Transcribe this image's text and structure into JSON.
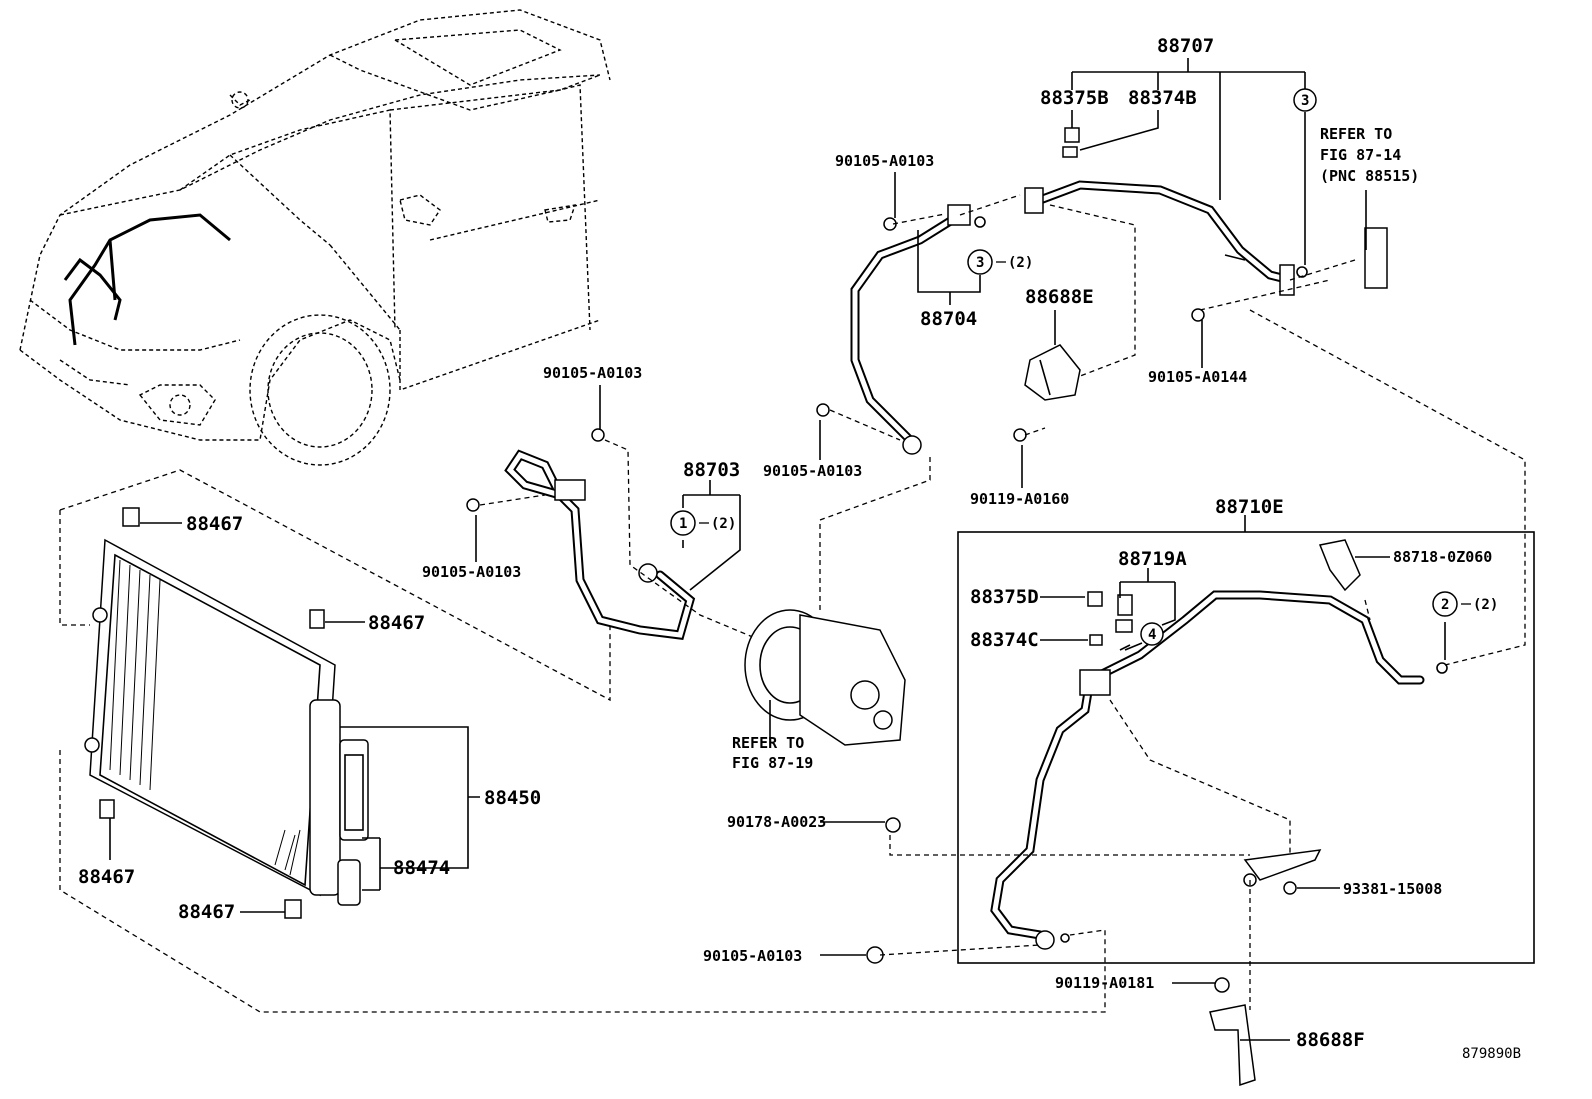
{
  "parts": {
    "p88707": "88707",
    "p88375B": "88375B",
    "p88374B": "88374B",
    "p90105_A0103_top": "90105-A0103",
    "p88704": "88704",
    "p88688E": "88688E",
    "p90105_A0144": "90105-A0144",
    "p90105_A0103_mid": "90105-A0103",
    "p90105_A0103_hose": "90105-A0103",
    "p90105_A0103_left": "90105-A0103",
    "p88703": "88703",
    "p90119_A0160": "90119-A0160",
    "p88710E": "88710E",
    "p88719A": "88719A",
    "p88375D": "88375D",
    "p88374C": "88374C",
    "p88718_0Z060": "88718-0Z060",
    "p88467_a": "88467",
    "p88467_b": "88467",
    "p88467_c": "88467",
    "p88467_d": "88467",
    "p88450": "88450",
    "p88474": "88474",
    "p90178_A0023": "90178-A0023",
    "p93381_15008": "93381-15008",
    "p90105_A0103_bot": "90105-A0103",
    "p90119_A0181": "90119-A0181",
    "p88688F": "88688F"
  },
  "callouts": {
    "c3_top": "3",
    "c3_mid": "3",
    "c3_mid_qty": "(2)",
    "c1": "1",
    "c1_qty": "(2)",
    "c2": "2",
    "c2_qty": "(2)",
    "c4": "4"
  },
  "refs": {
    "fig_87_14_line1": "REFER TO",
    "fig_87_14_line2": "FIG 87-14",
    "fig_87_14_line3": "(PNC 88515)",
    "fig_87_19_line1": "REFER TO",
    "fig_87_19_line2": "FIG 87-19"
  },
  "diagram_id": "879890B"
}
